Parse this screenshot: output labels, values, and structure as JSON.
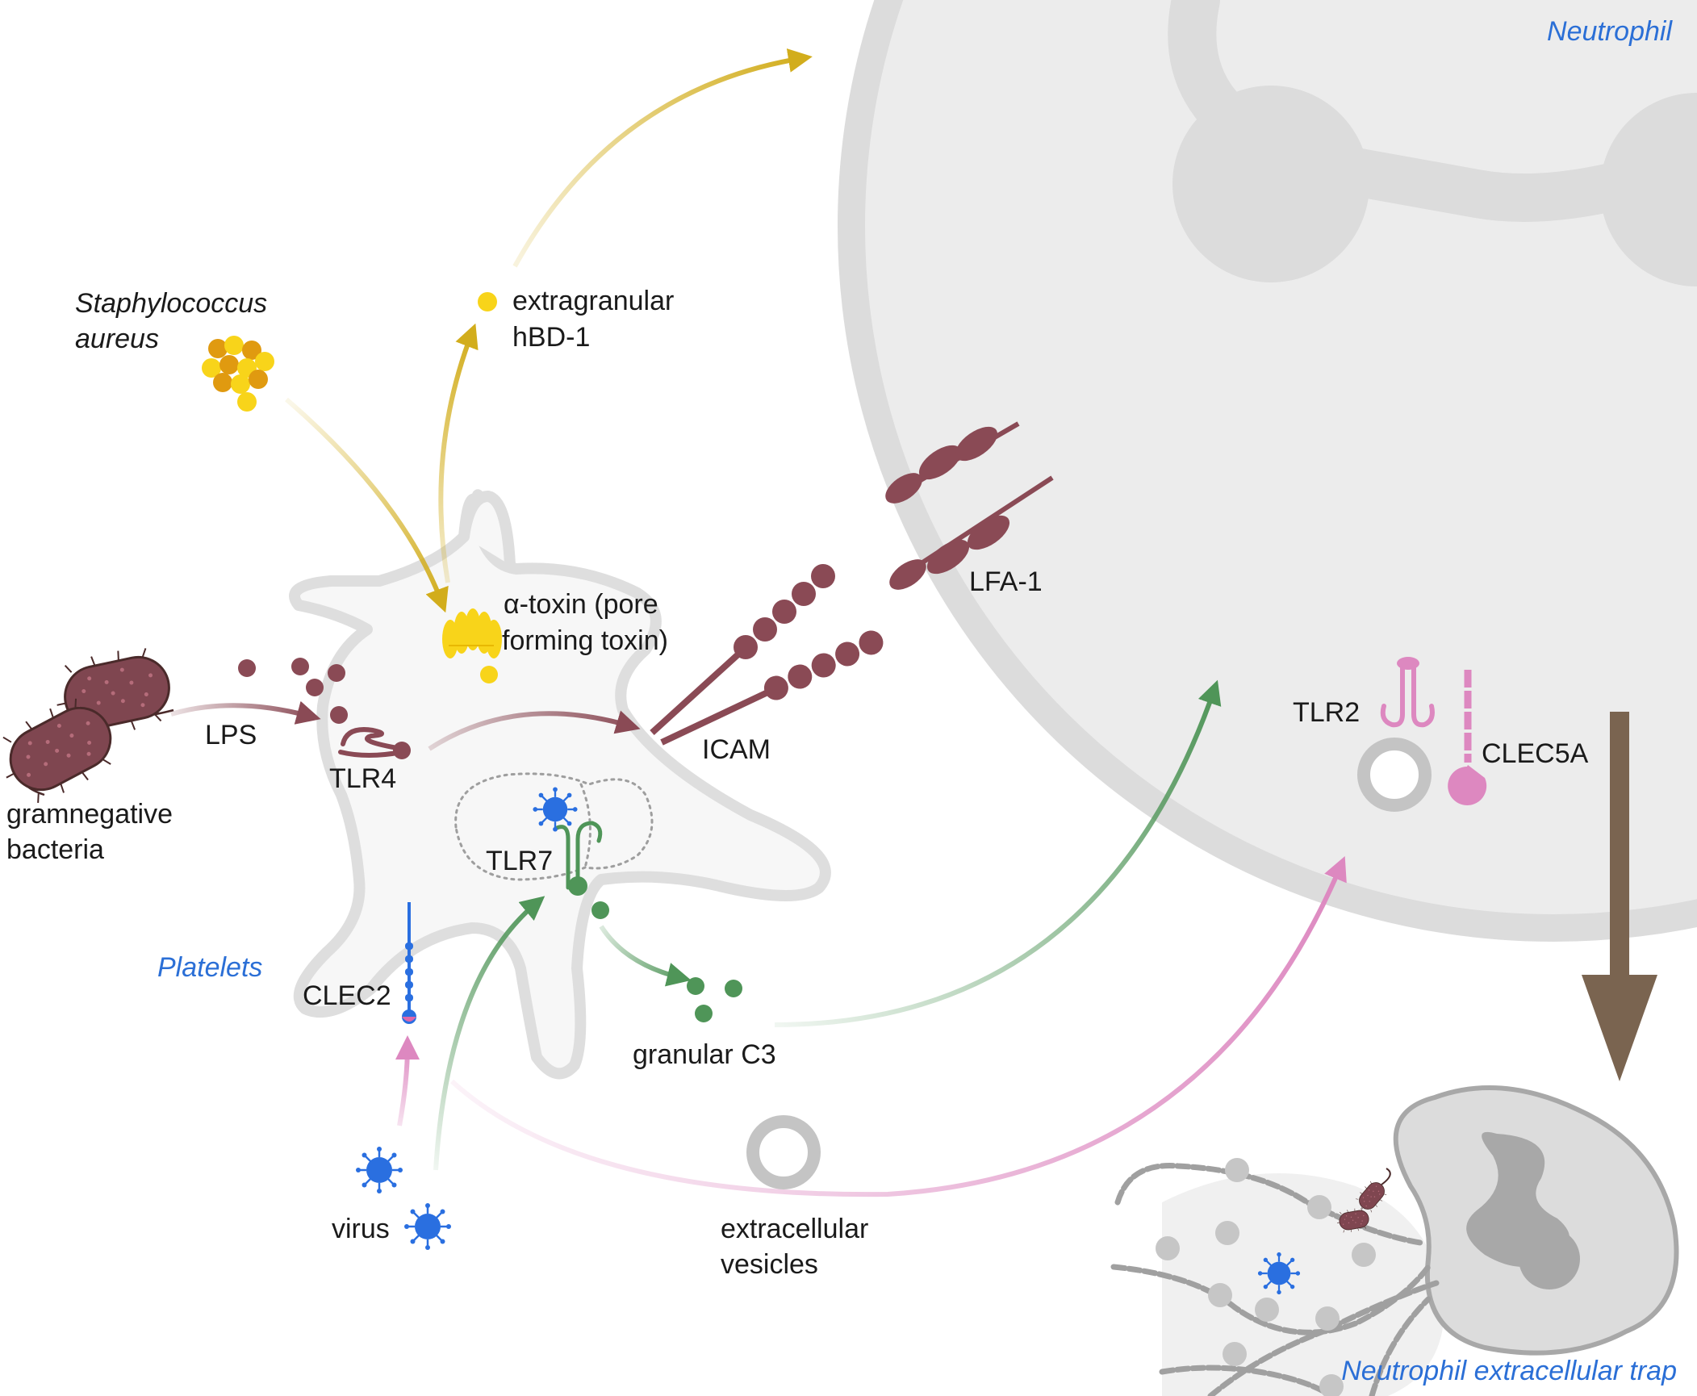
{
  "labels": {
    "neutrophil": "Neutrophil",
    "staph_line1": "Staphylococcus",
    "staph_line2": "aureus",
    "hbd_line1": "extragranular",
    "hbd_line2": "hBD-1",
    "toxin_line1": "α-toxin (pore",
    "toxin_line2": "forming toxin)",
    "lfa1": "LFA-1",
    "lps": "LPS",
    "tlr4": "TLR4",
    "icam": "ICAM",
    "tlr2": "TLR2",
    "clec5a": "CLEC5A",
    "gramneg_line1": "gramnegative",
    "gramneg_line2": "bacteria",
    "tlr7": "TLR7",
    "platelets": "Platelets",
    "clec2": "CLEC2",
    "granular_c3": "granular C3",
    "virus": "virus",
    "ev_line1": "extracellular",
    "ev_line2": "vesicles",
    "net": "Neutrophil extracellular trap"
  },
  "colors": {
    "neutrophil_gray": "#dcdcdc",
    "platelet_fill": "#f7f7f7",
    "platelet_outline": "#dedede",
    "maroon": "#8a4a55",
    "gold": "#d4b020",
    "yellow": "#f8d41a",
    "green": "#4f9558",
    "pink": "#dd88c0",
    "blue": "#2a6fe0",
    "brown_arrow": "#7a6450",
    "label_blue": "#2b6fd6"
  },
  "icons": [
    "staphylococcus-icon",
    "bacteria-icon",
    "virus-icon",
    "lps-icon",
    "tlr4-icon",
    "icam-icon",
    "lfa1-icon",
    "tlr7-icon",
    "tlr2-icon",
    "clec5a-icon",
    "clec2-icon",
    "vesicle-icon",
    "c3-icon",
    "hbd1-icon",
    "toxin-icon",
    "net-icon"
  ]
}
